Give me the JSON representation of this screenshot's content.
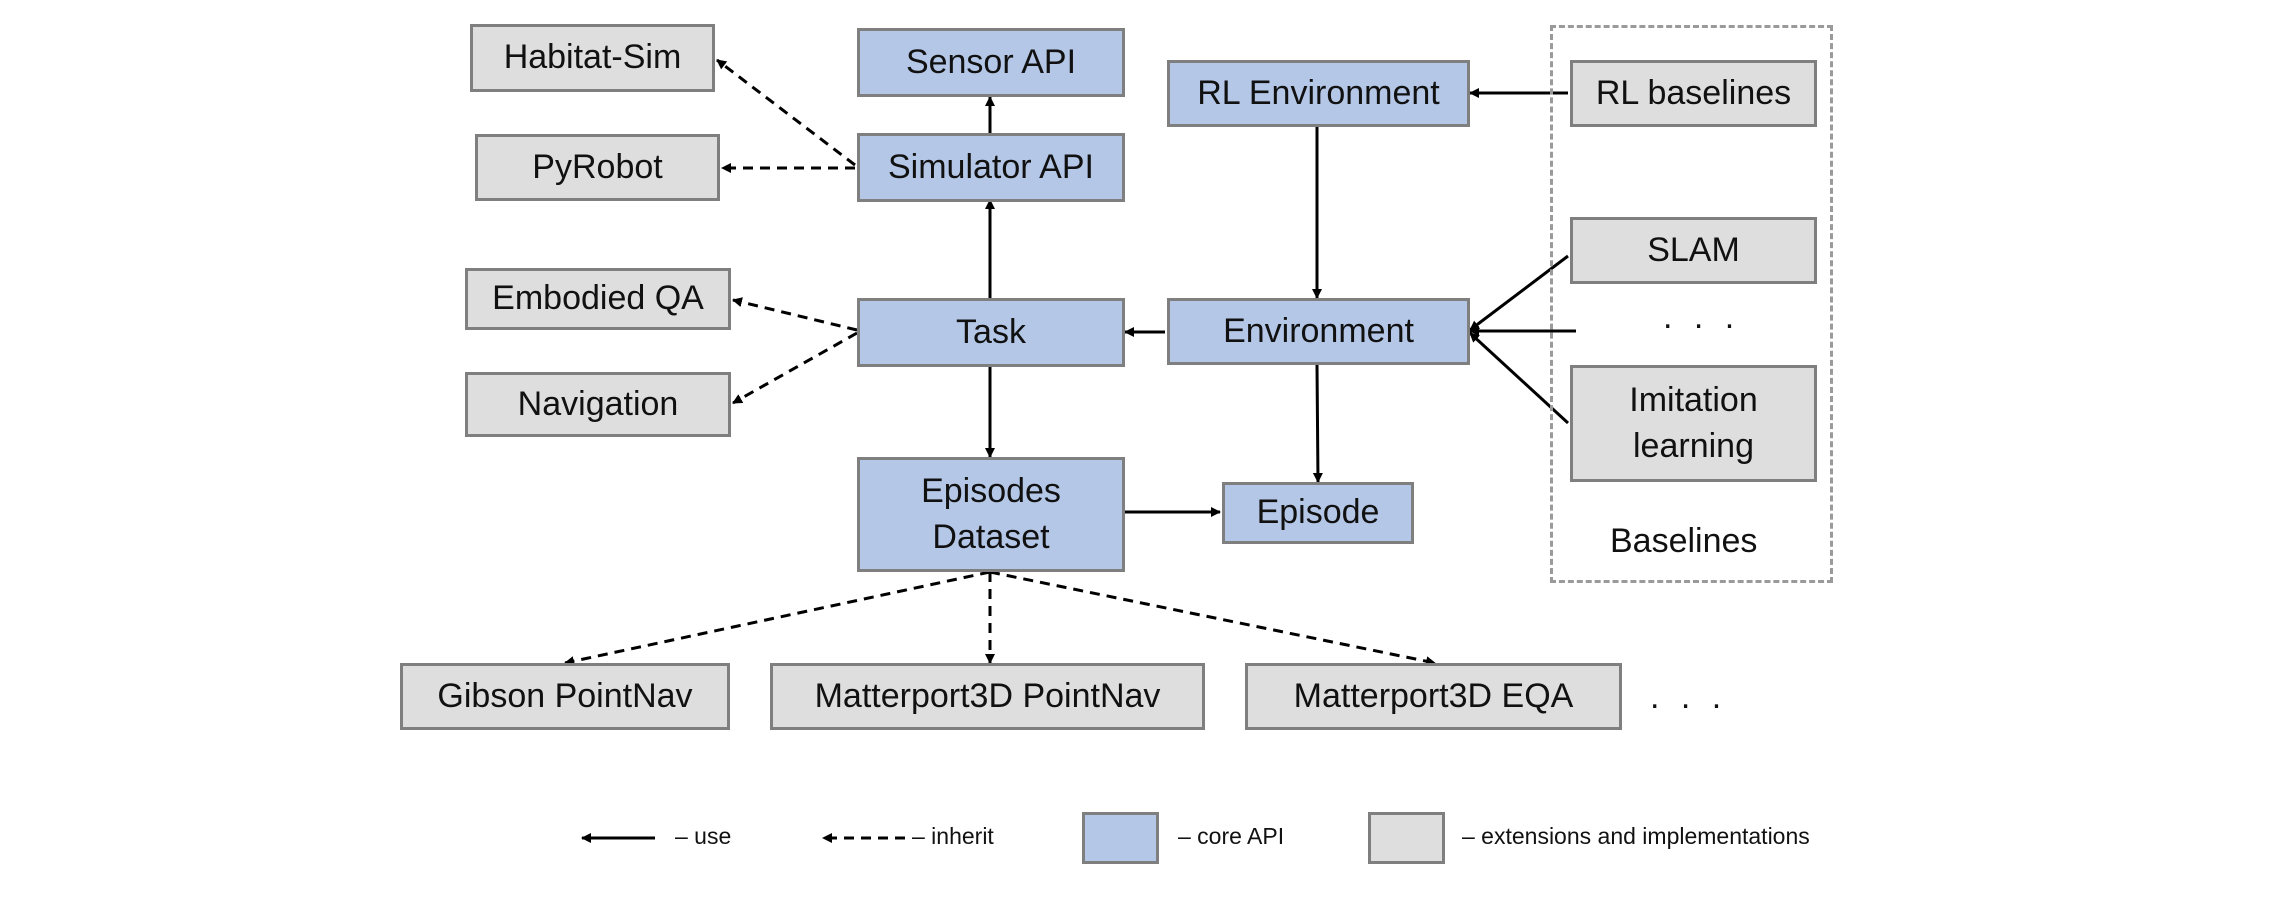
{
  "boxes": {
    "sensor_api": "Sensor API",
    "simulator_api": "Simulator API",
    "habitat_sim": "Habitat-Sim",
    "pyrobot": "PyRobot",
    "task": "Task",
    "embodied_qa": "Embodied QA",
    "navigation": "Navigation",
    "episodes_dataset": "Episodes\nDataset",
    "episode": "Episode",
    "rl_environment": "RL Environment",
    "environment": "Environment",
    "rl_baselines": "RL baselines",
    "slam": "SLAM",
    "imitation_learning": "Imitation\nlearning",
    "gibson_pointnav": "Gibson PointNav",
    "matterport_pointnav": "Matterport3D PointNav",
    "matterport_eqa": "Matterport3D EQA"
  },
  "ellipsis": {
    "baselines": ". . .",
    "datasets": ". . ."
  },
  "baselines_group_label": "Baselines",
  "legend": {
    "use": "– use",
    "inherit": "– inherit",
    "core": "– core API",
    "ext": "– extensions and implementations"
  },
  "colors": {
    "core_fill": "#b4c7e7",
    "ext_fill": "#dedede",
    "border": "#7f7f7f",
    "arrow": "#000000"
  }
}
